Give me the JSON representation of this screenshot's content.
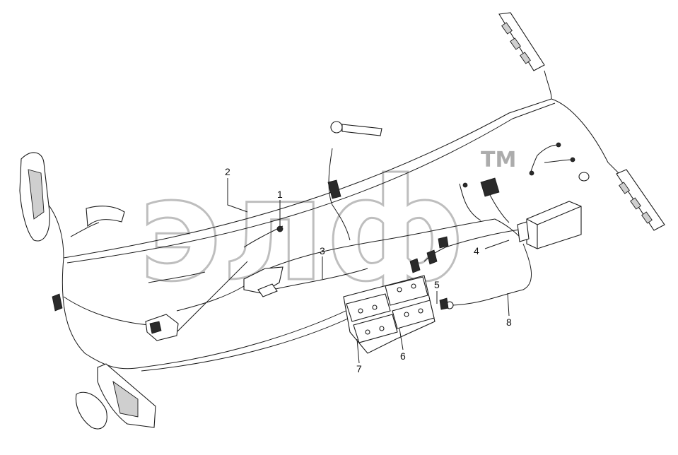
{
  "watermark": {
    "text": "элф",
    "trademark": "TM"
  },
  "callouts": [
    {
      "id": "1",
      "label": "1"
    },
    {
      "id": "2",
      "label": "2"
    },
    {
      "id": "3",
      "label": "3"
    },
    {
      "id": "4",
      "label": "4"
    },
    {
      "id": "5",
      "label": "5"
    },
    {
      "id": "6",
      "label": "6"
    },
    {
      "id": "7",
      "label": "7"
    },
    {
      "id": "8",
      "label": "8"
    }
  ],
  "colors": {
    "line": "#1a1a1a",
    "watermark": "#8a8a8a",
    "background": "#ffffff"
  }
}
